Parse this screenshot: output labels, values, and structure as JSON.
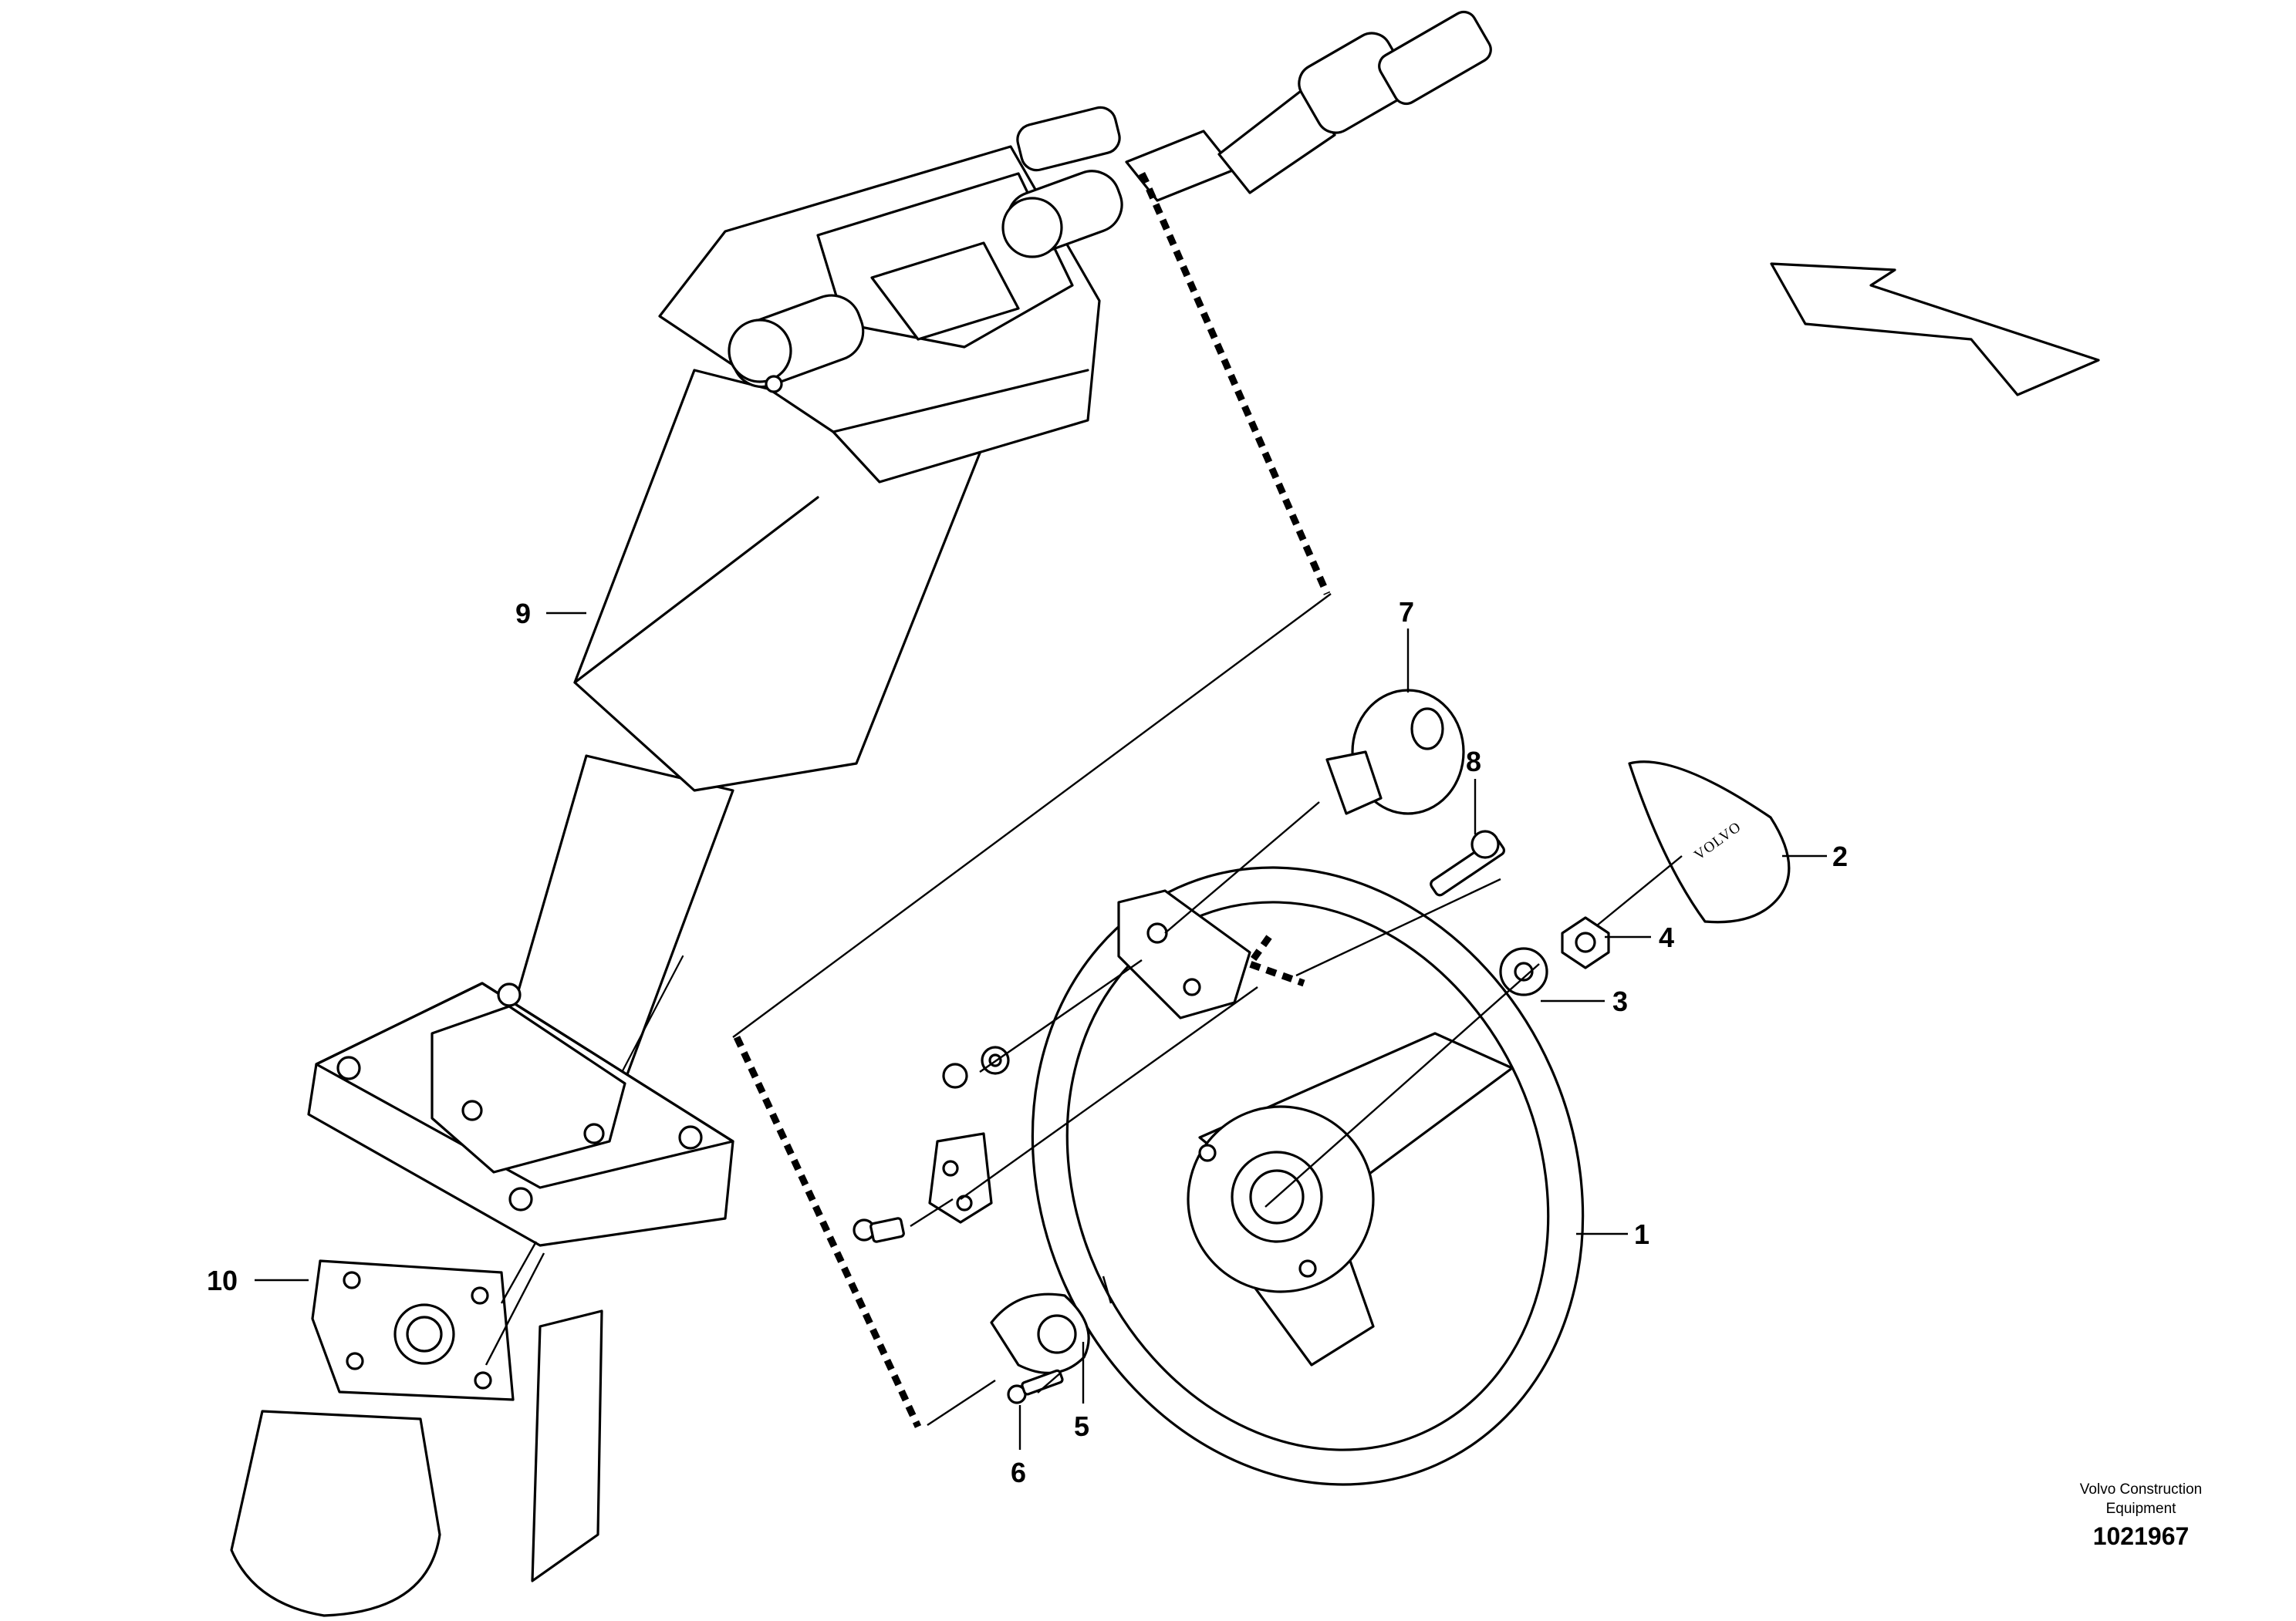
{
  "callouts": [
    {
      "id": "1",
      "text": "1"
    },
    {
      "id": "2",
      "text": "2"
    },
    {
      "id": "3",
      "text": "3"
    },
    {
      "id": "4",
      "text": "4"
    },
    {
      "id": "5",
      "text": "5"
    },
    {
      "id": "6",
      "text": "6"
    },
    {
      "id": "7",
      "text": "7"
    },
    {
      "id": "8",
      "text": "8"
    },
    {
      "id": "9",
      "text": "9"
    },
    {
      "id": "10",
      "text": "10"
    }
  ],
  "cap_marking": "VOLVO",
  "footer": {
    "brand_line1": "Volvo Construction",
    "brand_line2": "Equipment",
    "drawing_number": "1021967"
  },
  "icons": {
    "direction_arrow": "direction-arrow-icon"
  }
}
